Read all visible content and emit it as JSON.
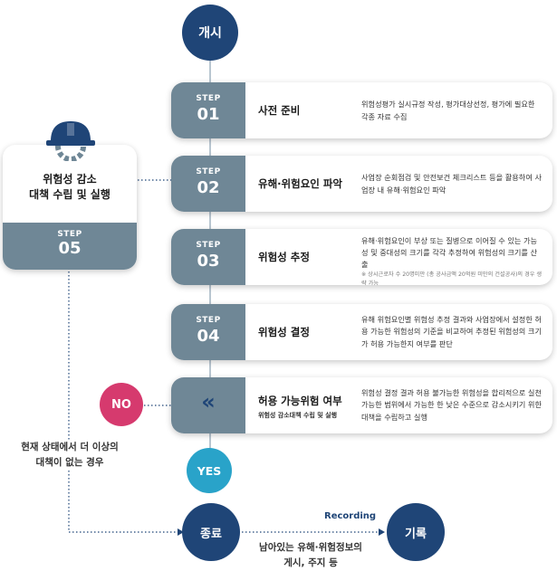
{
  "start": "개시",
  "steps": [
    {
      "label": "STEP",
      "num": "01",
      "title": "사전 준비",
      "desc": "위험성평가 실시규정 작성, 평가대상선정, 평가에 필요한 각종 자료 수집"
    },
    {
      "label": "STEP",
      "num": "02",
      "title": "유해·위험요인 파악",
      "desc": "사업장 순회점검 및 안전보건 체크리스트 등을 활용하여 사업장 내 유해·위험요인 파악"
    },
    {
      "label": "STEP",
      "num": "03",
      "title": "위험성 추정",
      "desc": "유해·위험요인이 부상 또는 질병으로 이어질 수 있는 가능성 및 중대성의 크기를 각각 추정하여 위험성의 크기를 산출",
      "note": "※ 상시근로자 수 20명미만 (총 공사금액 20억원 미만의 건설공사)의 경우 생략 가능"
    },
    {
      "label": "STEP",
      "num": "04",
      "title": "위험성 결정",
      "desc": "유해 위험요인별 위험성 추정 결과와 사업장에서 설정한 허용 가능한 위험성의 기준을 비교하여 추정된 위험성의 크기가 허용 가능한지 여부를 판단"
    }
  ],
  "decision": {
    "icon": "«",
    "title": "허용 가능위험 여부",
    "subtitle": "위험성 감소대책 수립 및 실행",
    "desc": "위험성 결정 결과 허용 불가능한 위험성을 합리적으로 실천 가능한 범위에서 가능한 한 낮은 수준으로 감소시키기 위한 대책을 수립하고 실행"
  },
  "step5": {
    "title_line1": "위험성 감소",
    "title_line2": "대책 수립 및 실행",
    "label": "STEP",
    "num": "05"
  },
  "no": "NO",
  "yes": "YES",
  "no_more_line1": "현재 상태에서 더 이상의",
  "no_more_line2": "대책이 없는 경우",
  "end": "종료",
  "record": "기록",
  "recording": "Recording",
  "residual_line1": "남아있는 유해·위험정보의",
  "residual_line2": "게시, 주지 등",
  "colors": {
    "navy": "#1f4577",
    "slate": "#6f8796",
    "no": "#d63a6e",
    "yes": "#29a3c9"
  }
}
